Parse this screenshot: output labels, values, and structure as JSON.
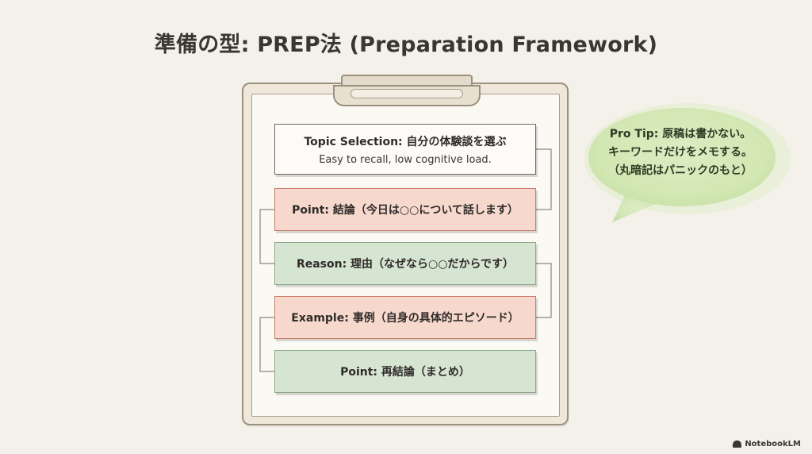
{
  "title": "準備の型: PREP法 (Preparation Framework)",
  "steps": {
    "topic": {
      "title": "Topic Selection: 自分の体験談を選ぶ",
      "subtitle": "Easy to recall, low cognitive load."
    },
    "point1": {
      "title": "Point: 結論（今日は○○について話します）"
    },
    "reason": {
      "title": "Reason: 理由（なぜなら○○だからです）"
    },
    "example": {
      "title": "Example: 事例（自身の具体的エピソード）"
    },
    "point2": {
      "title": "Point: 再結論（まとめ）"
    }
  },
  "tip": {
    "line1": "Pro Tip: 原稿は書かない。",
    "line2": "キーワードだけをメモする。",
    "line3": "（丸暗記はパニックのもと）"
  },
  "footer": {
    "brand": "NotebookLM",
    "icon": "notebooklm-logo-icon"
  },
  "colors": {
    "background": "#f4f1ea",
    "point_fill": "#f6d8cd",
    "reason_fill": "#d6e4d2",
    "bubble_fill": "#d4e8b8"
  }
}
